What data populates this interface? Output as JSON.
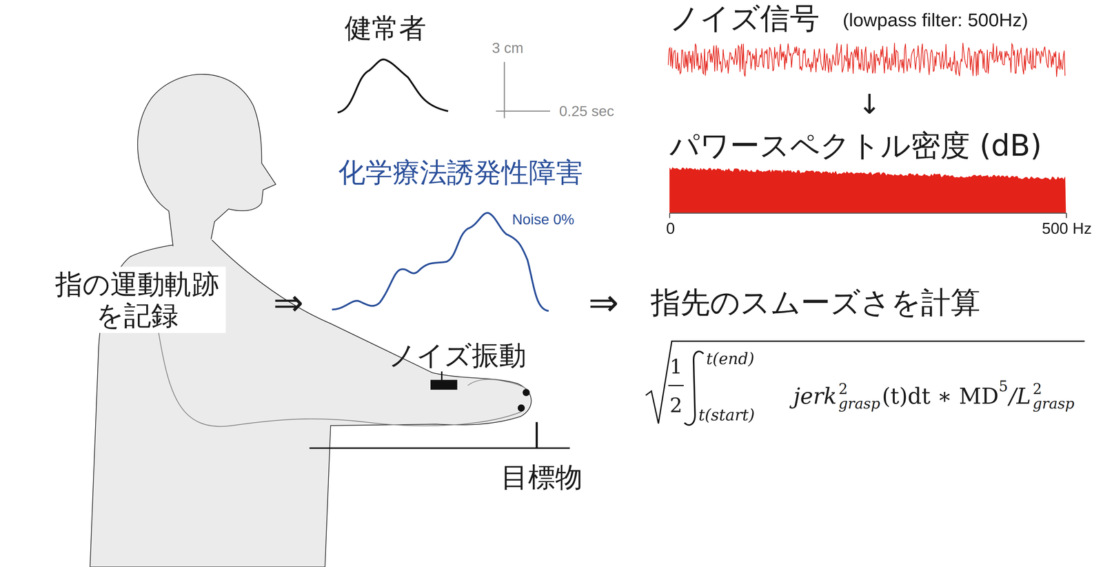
{
  "diagram": {
    "labels": [
      "健常者",
      "3 cm",
      "0.25 sec",
      "化学療法誘発性障害",
      "Noise 0%",
      "指の運動軌跡を記録",
      "⇒",
      "ノイズ振動",
      "目標物",
      "⇒",
      "ノイズ信号",
      "(lowpass filter: 500Hz)",
      "↓",
      "パワースペクトル密度 (dB)",
      "0",
      "500 Hz",
      "指先のスムーズさを計算",
      "1",
      "2",
      "t(end)",
      "t(start)",
      "jerk",
      "2",
      "grasp",
      "(t)dt ∗ MD",
      "5",
      "/L",
      "2",
      "grasp"
    ]
  }
}
